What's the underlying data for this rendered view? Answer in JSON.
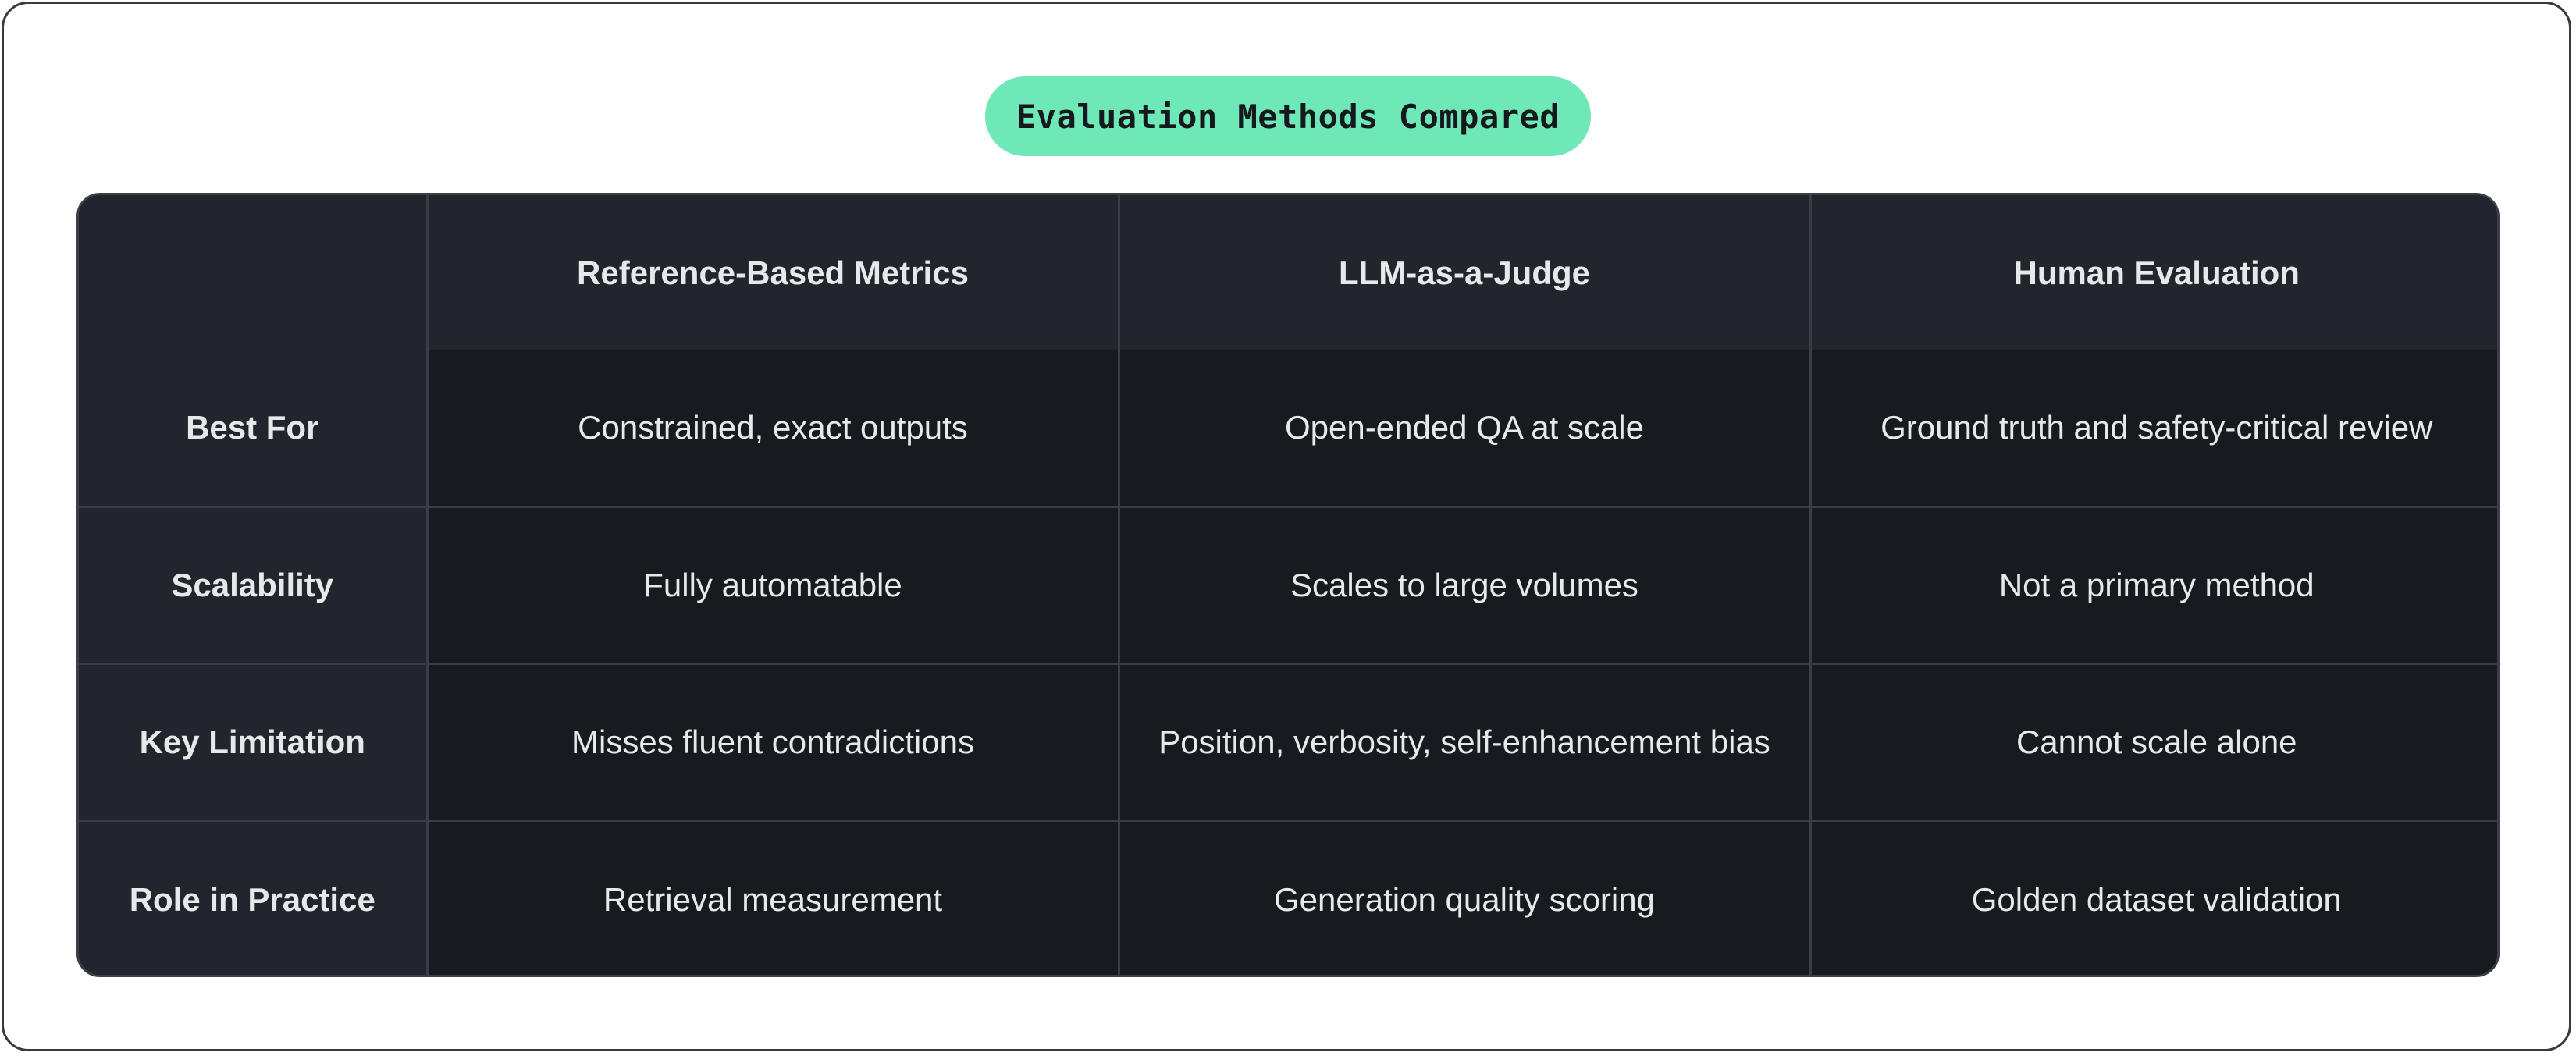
{
  "title": "Evaluation Methods Compared",
  "table": {
    "columns": [
      "",
      "Reference-Based Metrics",
      "LLM-as-a-Judge",
      "Human Evaluation"
    ],
    "rows": [
      {
        "label": "Best For",
        "cells": [
          "Constrained, exact outputs",
          "Open-ended QA at scale",
          "Ground truth and safety-critical review"
        ]
      },
      {
        "label": "Scalability",
        "cells": [
          "Fully automatable",
          "Scales to large volumes",
          "Not a primary method"
        ]
      },
      {
        "label": "Key Limitation",
        "cells": [
          "Misses fluent contradictions",
          "Position, verbosity, self-enhancement bias",
          "Cannot scale alone"
        ]
      },
      {
        "label": "Role in Practice",
        "cells": [
          "Retrieval measurement",
          "Generation quality scoring",
          "Golden dataset validation"
        ]
      }
    ]
  },
  "colors": {
    "accent": "#6fe8b8",
    "header_bg": "#22262c",
    "cell_bg": "#171a1f",
    "grid_line": "#393e46"
  }
}
